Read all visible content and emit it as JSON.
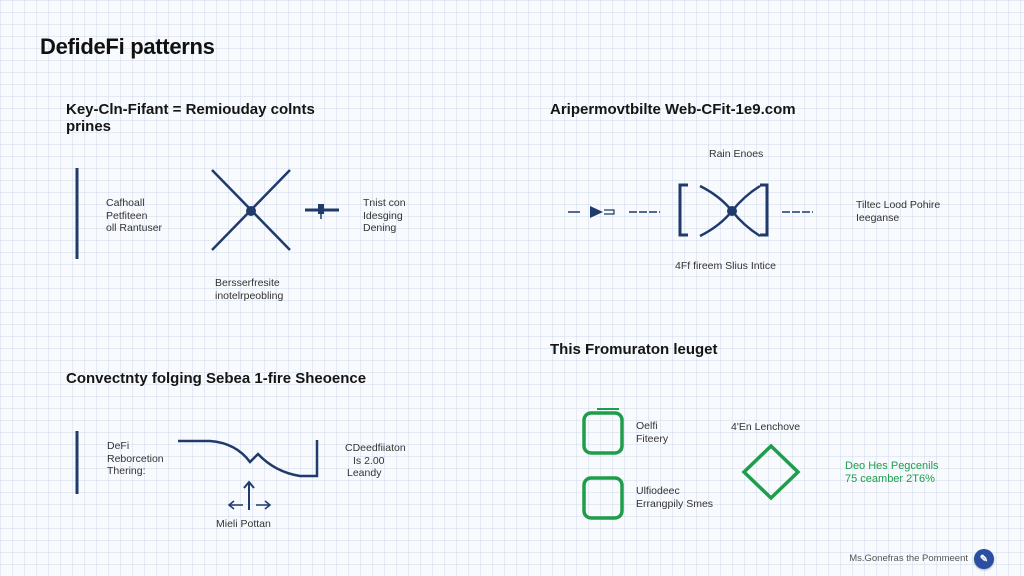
{
  "title": "DefideFi patterns",
  "colors": {
    "navy": "#1f3a6b",
    "green": "#1e9e4a",
    "grid": "#dde5ef",
    "background": "#f8fafd"
  },
  "panels": {
    "top_left": {
      "heading_line1": "Key-Cln-Fifant = Remiouday colnts",
      "heading_line2": "prines",
      "left_label": [
        "Cafhoall",
        "Petfiteen",
        "oll Rantuser"
      ],
      "right_label": [
        "Tnist con",
        "Idesging",
        "Dening"
      ],
      "bottom_label": [
        "Bersserfresite",
        "inotelrpeobling"
      ]
    },
    "top_right": {
      "heading": "Aripermovtbilte Web-CFit-1e9.com",
      "top_label": "Rain Enoes",
      "right_label": [
        "Tiltec Lood Pohire",
        "Ieeganse"
      ],
      "bottom_label": "4Ff fireem Slius Intice"
    },
    "bottom_left": {
      "heading": "Convectnty folging Sebea 1-fire Sheoence",
      "left_label": [
        "DeFi",
        "Reborcetion",
        "Thering:"
      ],
      "right_label": [
        "CDeedfiiaton",
        "Is 2.00",
        "Leandy"
      ],
      "bottom_label": "Mieli Pottan"
    },
    "bottom_right": {
      "heading": "This Fromuraton leuget",
      "box1_label": [
        "Oelfi",
        "Fiteery"
      ],
      "box2_label": [
        "Ulfiodeec",
        "Errangpily Smes"
      ],
      "diamond_label": "4'En Lenchove",
      "stat_label": [
        "Deo Hes Pegcenils",
        "75 ceamber 2T6%"
      ]
    }
  },
  "footer": {
    "text": "Ms.Gonefras the Pommeent",
    "icon": "edit-icon",
    "icon_glyph": "✎"
  }
}
